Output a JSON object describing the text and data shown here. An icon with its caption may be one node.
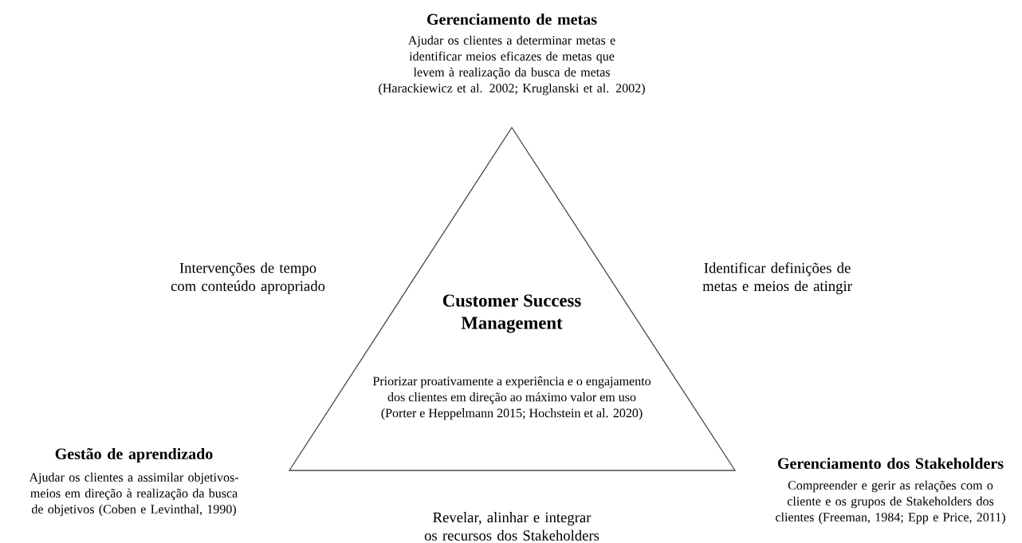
{
  "diagram": {
    "nodes": [
      {
        "text": [
          "Customer Success Management",
          "Priorizar proativamente a experiência e o engajamento dos clientes em direção ao máximo valor em uso (Porter e Heppelmann 2015; Hochstein et al. 2020)"
        ]
      }
    ],
    "labels": [
      "Gerenciamento de metas",
      "Ajudar os clientes a determinar metas e identificar meios eficazes de metas que levem à realização da busca de metas (Harackiewicz et al. 2002; Kruglanski et al. 2002)",
      "Intervenções de tempo com conteúdo apropriado",
      "Identificar definições de metas e meios de atingir",
      "Gestão de aprendizado",
      "Ajudar os clientes a assimilar objetivos-meios em direção à realização da busca de objetivos (Coben e Levinthal, 1990)",
      "Gerenciamento dos Stakeholders",
      "Compreender e gerir as relações com o cliente e os grupos de Stakeholders dos clientes (Freeman, 1984; Epp e Price, 2011)",
      "Revelar, alinhar e integrar os recursos dos Stakeholders"
    ]
  }
}
